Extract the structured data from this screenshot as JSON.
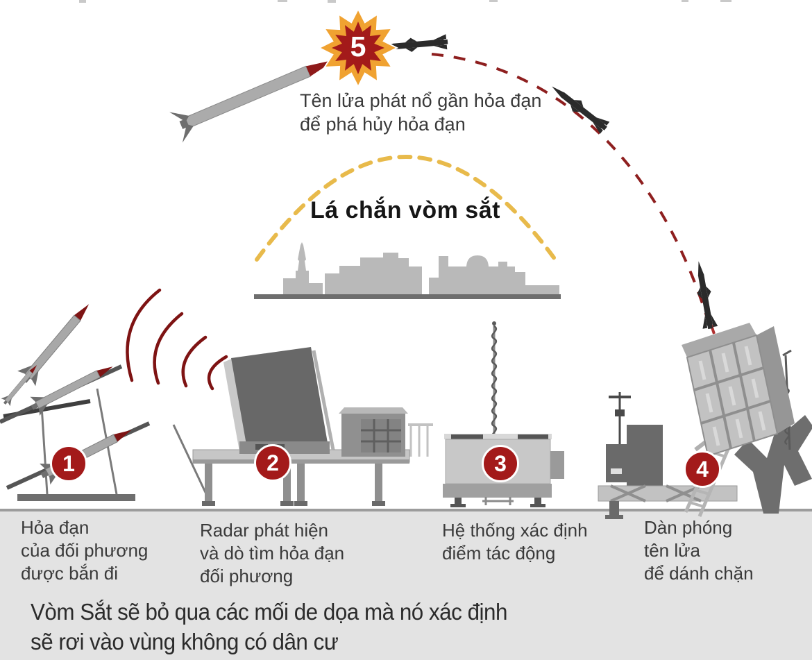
{
  "dome": {
    "title": "Lá chắn vòm sắt"
  },
  "steps": [
    {
      "number": "1",
      "lines": [
        "Hỏa đạn",
        "của đối phương",
        "được bắn đi"
      ]
    },
    {
      "number": "2",
      "lines": [
        "Radar phát hiện",
        "và dò tìm hỏa đạn",
        "đối phương"
      ]
    },
    {
      "number": "3",
      "lines": [
        "Hệ thống xác định",
        "điểm tác động"
      ]
    },
    {
      "number": "4",
      "lines": [
        "Dàn phóng",
        "tên lửa",
        "để dánh chặn"
      ]
    },
    {
      "number": "5",
      "lines": [
        "Tên lửa phát nổ gần hỏa đạn",
        "để phá hủy hỏa đạn"
      ]
    }
  ],
  "footer": {
    "lines": [
      "Vòm Sắt sẽ bỏ qua các mối de dọa mà nó xác định",
      "sẽ rơi vào vùng không có dân cư"
    ]
  },
  "colors": {
    "badge": "#a31a1a",
    "burst_outer": "#f0a231",
    "burst_inner": "#a31a1a",
    "trajectory_red": "#8e1f1f",
    "dome_arc_yellow": "#e8ba4b",
    "radar_wave_red": "#7e1313",
    "ground": "#e3e3e3",
    "ground_line": "#9c9c9c",
    "skyline_gray": "#b9b9b9",
    "skyline_base": "#6e6e6e",
    "machine_gray": "#c6c6c6",
    "machine_dark": "#6a6a6a",
    "rocket_black": "#2b2b2b",
    "missile_gray": "#a8a8a8",
    "missile_tip_red": "#7e1414"
  }
}
